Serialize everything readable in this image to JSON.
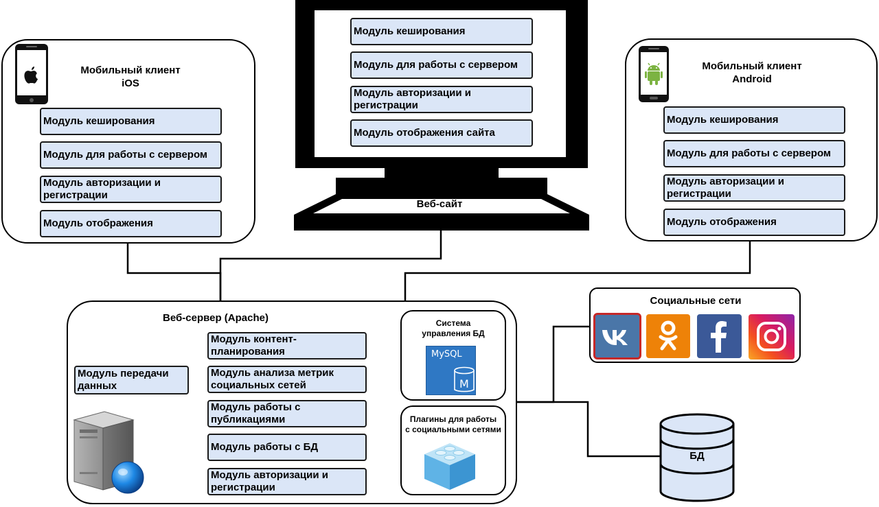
{
  "ios_client": {
    "title": "Мобильный клиент\niOS",
    "modules": [
      "Модуль кеширования",
      "Модуль для работы с сервером",
      "Модуль авторизации и\nрегистрации",
      "Модуль отображения"
    ]
  },
  "website": {
    "title": "Веб-сайт",
    "modules": [
      "Модуль кеширования",
      "Модуль для работы с сервером",
      "Модуль авторизации и\nрегистрации",
      "Модуль отображения сайта"
    ]
  },
  "android_client": {
    "title": "Мобильный клиент\nAndroid",
    "modules": [
      "Модуль кеширования",
      "Модуль для работы с сервером",
      "Модуль авторизации и\nрегистрации",
      "Модуль отображения"
    ]
  },
  "web_server": {
    "title": "Веб-сервер (Apache)",
    "transfer_module": "Модуль передачи\nданных",
    "modules": [
      "Модуль контент-\nпланирования",
      "Модуль анализа метрик\nсоциальных сетей",
      "Модуль работы с\nпубликациями",
      "Модуль работы с БД",
      "Модуль авторизации и\nрегистрации"
    ],
    "dbms": {
      "title": "Система\nуправления БД",
      "logo_text": "MySQL",
      "logo_letter": "M"
    },
    "plugins": {
      "title": "Плагины для работы\nс социальными сетями"
    }
  },
  "social": {
    "title": "Социальные сети",
    "networks": [
      "vk-icon",
      "odnoklassniki-icon",
      "facebook-icon",
      "instagram-icon"
    ],
    "colors": {
      "vk": "#4a76a8",
      "ok": "#ee8208",
      "facebook": "#3b5998",
      "module_fill": "#dbe6f7",
      "mysql": "#2f78c4"
    }
  },
  "database": {
    "label": "БД"
  }
}
